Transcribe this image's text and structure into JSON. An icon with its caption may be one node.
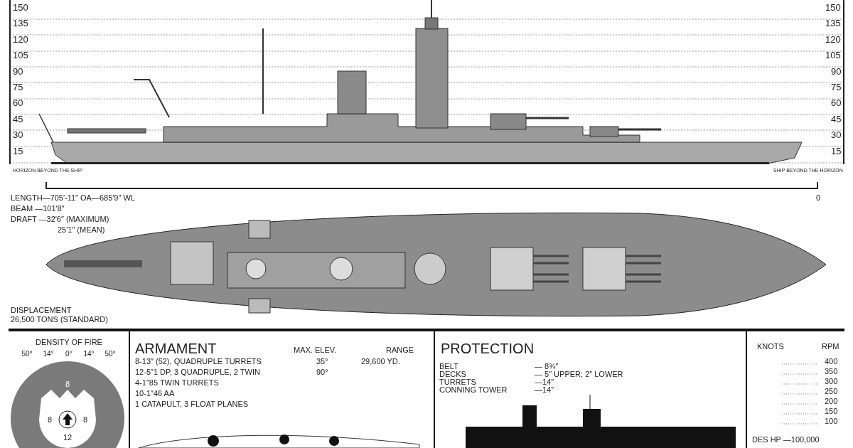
{
  "diagram": {
    "labels": [
      "150",
      "150",
      "135",
      "135",
      "120",
      "120",
      "105",
      "105",
      "90",
      "90",
      "75",
      "75",
      "60",
      "60",
      "45",
      "45",
      "30",
      "30",
      "15",
      "15",
      "HORIZON BEYOND THE SHIP",
      "SHIP BEYOND THE HORIZON",
      "LENGTH—705′-11″ OA—685′9″ WL",
      "0",
      "BEAM —101′8″",
      "DRAFT —32′6″ (MAXIMUM)",
      "25′1″ (MEAN)",
      "DISPLACEMENT",
      "26,500 TONS (STANDARD)",
      "DENSITY OF FIRE",
      "50°",
      "14°",
      "0°",
      "14°",
      "50°",
      "8",
      "8",
      "8",
      "12",
      "ARMAMENT",
      "MAX. ELEV.",
      "RANGE",
      "8-13″ (52), QUADRUPLE TURRETS",
      "35°",
      "29,600 YD.",
      "12-5″1 DP, 3 QUADRUPLE, 2 TWIN",
      "90°",
      "4-1″85 TWIN TURRETS",
      "10-1″46 AA",
      "1 CATAPULT, 3 FLOAT PLANES",
      "PROTECTION",
      "BELT",
      "— 8¾″",
      "DECKS",
      "— 5″ UPPER; 2″ LOWER",
      "TURRETS",
      "—14″",
      "CONNING TOWER",
      "—14″",
      "KNOTS",
      "RPM",
      "400",
      "350",
      "300",
      "250",
      "200",
      "150",
      "100",
      "DES HP —100,000"
    ]
  }
}
